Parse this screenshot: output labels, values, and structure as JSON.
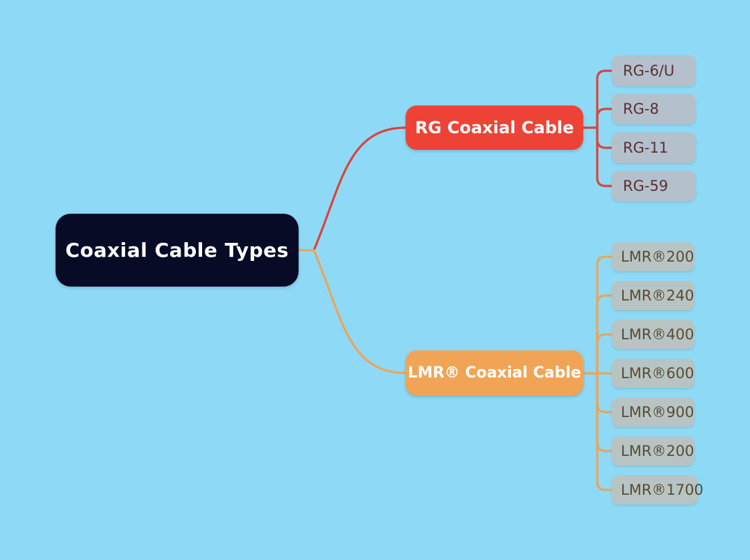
{
  "colors": {
    "background": "#8edaf6",
    "root-bg": "#070b26",
    "node-text": "#ffffff",
    "rg-bg": "#ed4337",
    "rg-line": "#d9453d",
    "lmr-bg": "#f1a455",
    "lmr-line": "#eca45b",
    "rg-leaf-bg": "#b4c0cb",
    "rg-leaf-text": "#5b2f36",
    "lmr-leaf-bg": "#b7c4c3",
    "lmr-leaf-text": "#594b33"
  },
  "root": {
    "label": "Coaxial Cable Types"
  },
  "branches": [
    {
      "label": "RG Coaxial Cable",
      "children": [
        {
          "label": "RG-6/U"
        },
        {
          "label": "RG-8"
        },
        {
          "label": "RG-11"
        },
        {
          "label": "RG-59"
        }
      ]
    },
    {
      "label": "LMR® Coaxial Cable",
      "children": [
        {
          "label": "LMR®200"
        },
        {
          "label": "LMR®240"
        },
        {
          "label": "LMR®400"
        },
        {
          "label": "LMR®600"
        },
        {
          "label": "LMR®900"
        },
        {
          "label": "LMR®200"
        },
        {
          "label": "LMR®1700"
        }
      ]
    }
  ]
}
